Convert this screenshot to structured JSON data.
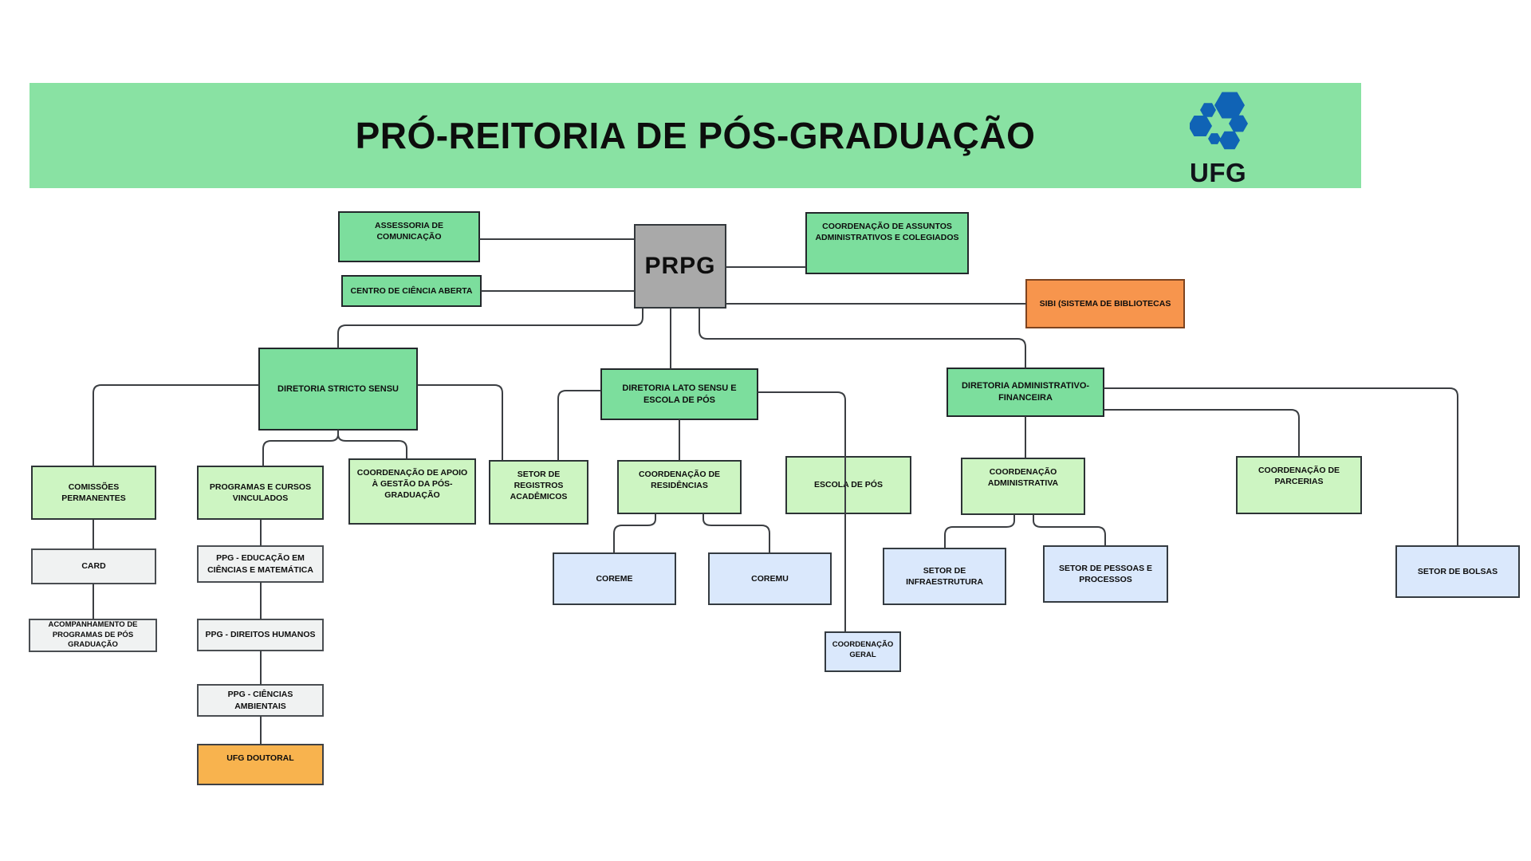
{
  "header": {
    "title": "PRÓ-REITORIA DE PÓS-GRADUAÇÃO",
    "background": "#89E2A3",
    "logo": {
      "icon": "hexagon-cluster",
      "text": "UFG",
      "hex_color": "#1063B5",
      "text_color": "#10131a"
    }
  },
  "palette": {
    "green_medium": "#7CDE9D",
    "green_light": "#CDF5C2",
    "blue_light": "#DAE8FC",
    "gray_light": "#F0F2F2",
    "gray_prpg": "#A9A9A9",
    "orange": "#F7954D",
    "amber": "#F8B34E",
    "line": "#3b3e42"
  },
  "nodes": {
    "assessoria": "ASSESSORIA DE COMUNICAÇÃO",
    "centro": "CENTRO DE CIÊNCIA ABERTA",
    "prpg": "PRPG",
    "coordAssuntos": "COORDENAÇÃO DE ASSUNTOS ADMINISTRATIVOS E COLEGIADOS",
    "sibi": "SIBI (SISTEMA DE BIBLIOTECAS",
    "stricto": "DIRETORIA STRICTO SENSU",
    "lato": "DIRETORIA LATO SENSU E ESCOLA DE PÓS",
    "adminfin": "DIRETORIA ADMINISTRATIVO-FINANCEIRA",
    "comissoes": "COMISSÕES PERMANENTES",
    "programas": "PROGRAMAS E CURSOS VINCULADOS",
    "coordApoio": "COORDENAÇÃO DE APOIO À GESTÃO DA PÓS-GRADUAÇÃO",
    "setorRegistros": "SETOR DE REGISTROS ACADÊMICOS",
    "coordResidencias": "COORDENAÇÃO DE RESIDÊNCIAS",
    "escolaPos": "ESCOLA DE PÓS",
    "coordAdministrativa": "COORDENAÇÃO ADMINISTRATIVA",
    "coordParcerias": "COORDENAÇÃO DE PARCERIAS",
    "card": "CARD",
    "acompanhamento": "ACOMPANHAMENTO DE PROGRAMAS DE PÓS GRADUAÇÃO",
    "ppgEducacao": "PPG - EDUCAÇÃO EM CIÊNCIAS E MATEMÁTICA",
    "ppgDireitos": "PPG - DIREITOS HUMANOS",
    "ppgCiencias": "PPG - CIÊNCIAS AMBIENTAIS",
    "ufgDoutoral": "UFG DOUTORAL",
    "coreme": "COREME",
    "coremu": "COREMU",
    "coordGeral": "COORDENAÇÃO GERAL",
    "setorInfra": "SETOR DE INFRAESTRUTURA",
    "setorPessoas": "SETOR DE PESSOAS E PROCESSOS",
    "setorBolsas": "SETOR DE BOLSAS"
  }
}
